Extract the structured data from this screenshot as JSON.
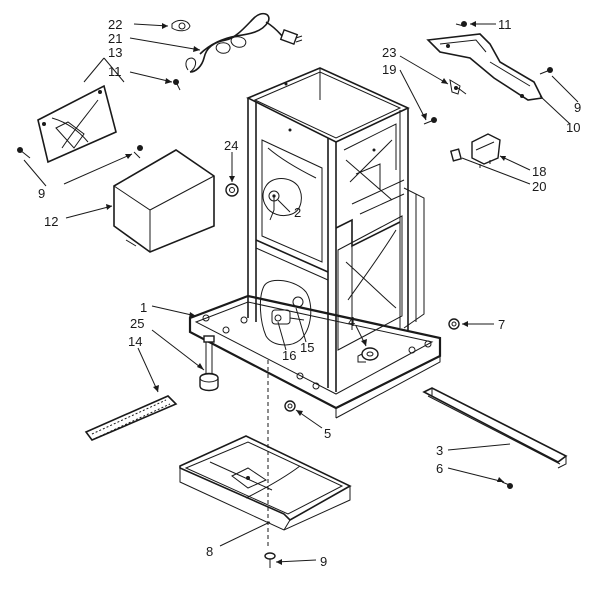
{
  "callouts": {
    "c1": "1",
    "c2": "2",
    "c3": "3",
    "c4": "4",
    "c5": "5",
    "c6": "6",
    "c7": "7",
    "c8": "8",
    "c9_left": "9",
    "c9_right": "9",
    "c9_bottom": "9",
    "c10": "10",
    "c11_top": "11",
    "c11_left": "11",
    "c12": "12",
    "c13": "13",
    "c14": "14",
    "c15": "15",
    "c16": "16",
    "c18": "18",
    "c19": "19",
    "c20": "20",
    "c21": "21",
    "c22": "22",
    "c23": "23",
    "c24": "24",
    "c25": "25"
  }
}
